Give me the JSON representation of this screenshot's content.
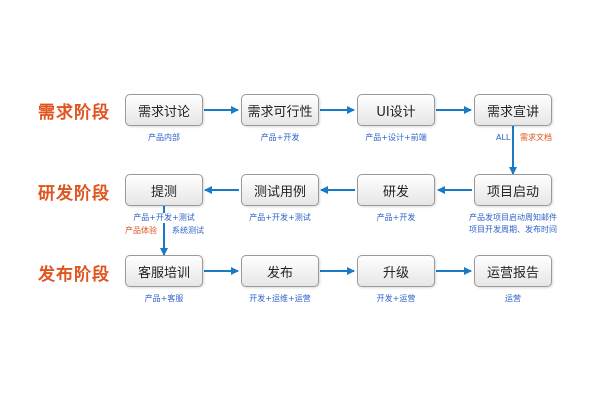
{
  "colors": {
    "stage_label": "#e0541f",
    "arrow": "#1a7bc4",
    "note_blue": "#2f63c9",
    "note_orange": "#e0541f"
  },
  "stages": [
    {
      "label": "需求阶段"
    },
    {
      "label": "研发阶段"
    },
    {
      "label": "发布阶段"
    }
  ],
  "nodes": {
    "demand_discussion": "需求讨论",
    "demand_feasibility": "需求可行性",
    "ui_design": "UI设计",
    "demand_presentation": "需求宣讲",
    "project_kickoff": "项目启动",
    "development": "研发",
    "test_cases": "测试用例",
    "submit_test": "提测",
    "customer_training": "客服培训",
    "release": "发布",
    "upgrade": "升级",
    "operation_report": "运营报告"
  },
  "notes": {
    "demand_discussion": "产品内部",
    "demand_feasibility": "产品+开发",
    "ui_design": "产品+设计+前端",
    "all": "ALL",
    "demand_doc": "需求文档",
    "kickoff_line1": "产品发项目启动周知邮件",
    "kickoff_line2": "项目开发周期、发布时间",
    "development": "产品+开发",
    "test_cases": "产品+开发+测试",
    "submit_test": "产品+开发+测试",
    "product_experience": "产品体验",
    "system_test": "系统测试",
    "customer_training": "产品+客服",
    "release": "开发+运维+运营",
    "upgrade": "开发+运营",
    "operation_report": "运营"
  }
}
